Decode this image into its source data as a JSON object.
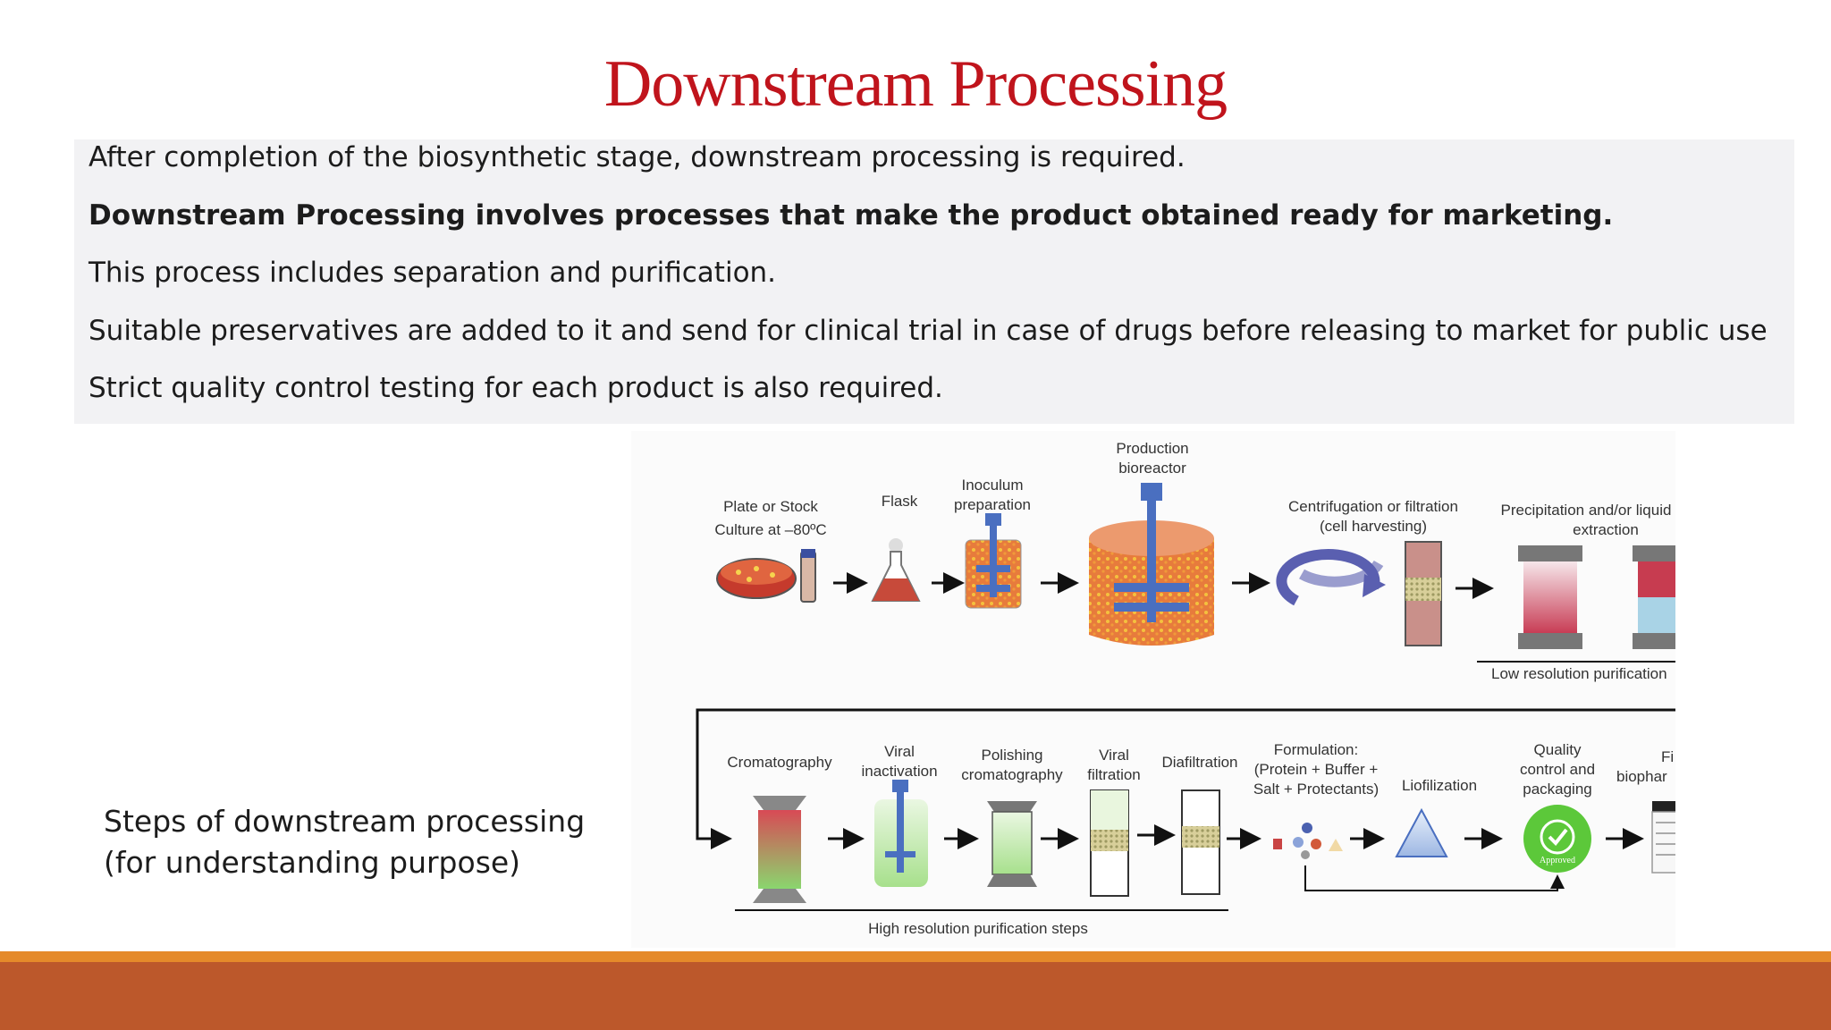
{
  "slide": {
    "title": "Downstream Processing",
    "lines": [
      "After completion of the biosynthetic stage, downstream processing is required.",
      "Downstream Processing involves processes that make the product obtained ready for marketing.",
      "This process includes separation and purification.",
      "Suitable preservatives are added to it and send for clinical trial in case of drugs before releasing to market for public use",
      "Strict quality control testing for each product is also required."
    ],
    "caption_line1": "Steps of downstream processing",
    "caption_line2": "(for understanding purpose)"
  },
  "figure": {
    "top_row": {
      "plate_l1": "Plate or Stock",
      "plate_l2": "Culture at –80ºC",
      "flask": "Flask",
      "inoculum_l1": "Inoculum",
      "inoculum_l2": "preparation",
      "production_l1": "Production",
      "production_l2": "bioreactor",
      "centrifugation_l1": "Centrifugation or filtration",
      "centrifugation_l2": "(cell harvesting)",
      "precipitation_l1": "Precipitation and/or liquid",
      "precipitation_l2": "extraction",
      "low_res": "Low resolution purification"
    },
    "bottom_row": {
      "cromatography": "Cromatography",
      "viral_inact_l1": "Viral",
      "viral_inact_l2": "inactivation",
      "polishing_l1": "Polishing",
      "polishing_l2": "cromatography",
      "viral_filt_l1": "Viral",
      "viral_filt_l2": "filtration",
      "diafiltration": "Diafiltration",
      "formulation_l1": "Formulation:",
      "formulation_l2": "(Protein + Buffer +",
      "formulation_l3": "Salt + Protectants)",
      "liofilization": "Liofilization",
      "quality_l1": "Quality",
      "quality_l2": "control and",
      "quality_l3": "packaging",
      "final_l1": "Fi",
      "final_l2": "biophar",
      "approved": "Approved",
      "high_res": "High resolution purification steps"
    }
  }
}
